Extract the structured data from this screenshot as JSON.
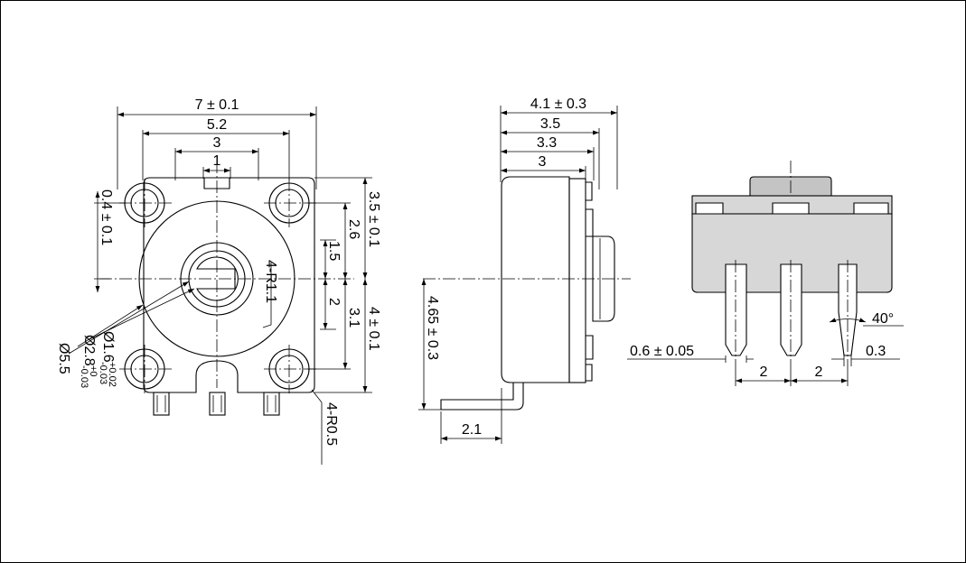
{
  "front_view": {
    "width_total": "7 ± 0.1",
    "width_holes": "5.2",
    "width_3": "3",
    "width_1": "1",
    "left_offset": "0.4 ± 0.1",
    "height_upper": "3.5 ± 0.1",
    "h_2_6": "2.6",
    "h_1_5": "1.5",
    "h_2": "2",
    "h_3_1": "3.1",
    "height_lower": "4 ± 0.1",
    "radius_knob": "4-R1.1",
    "radius_corner": "4-R0.5",
    "dia_16": "Ø1.6",
    "tol_16_top": "+0.02",
    "tol_16_bot": "-0.03",
    "dia_28": "Ø2.8",
    "tol_28_top": "+0",
    "tol_28_bot": "-0.03",
    "dia_55": "Ø5.5"
  },
  "side_view": {
    "depth_total": "4.1 ± 0.3",
    "d_3_5": "3.5",
    "d_3_3": "3.3",
    "d_3": "3",
    "height_pin": "4.65 ± 0.3",
    "lead_len": "2.1"
  },
  "bottom_view": {
    "pin_width": "0.6 ± 0.05",
    "angle": "40°",
    "tip_width": "0.3",
    "pitch_1": "2",
    "pitch_2": "2"
  }
}
